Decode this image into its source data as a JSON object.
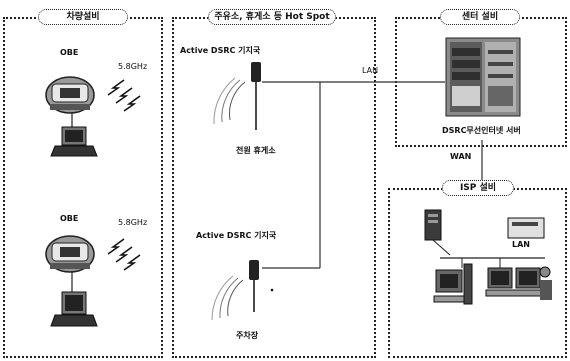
{
  "panels": {
    "vehicle": {
      "title": "차량설비"
    },
    "roadside": {
      "title": "주유소, 휴게소 등 Hot Spot"
    },
    "center": {
      "title": "센터 설비"
    },
    "isp": {
      "title": "ISP 설비"
    }
  },
  "vehicle": {
    "obe_top_label": "OBE",
    "freq_top_label": "5.8GHz",
    "obe_bottom_label": "OBE",
    "freq_bottom_label": "5.8GHz"
  },
  "roadside": {
    "station_top_label": "Active DSRC 기지국",
    "site_top_label": "전원 휴게소",
    "station_bottom_label": "Active DSRC 기지국",
    "site_bottom_label": "주차장"
  },
  "links": {
    "lan_label": "LAN",
    "wan_label": "WAN",
    "isp_lan_label": "LAN"
  },
  "center": {
    "server_label": "DSRC무선인터넷 서버"
  }
}
